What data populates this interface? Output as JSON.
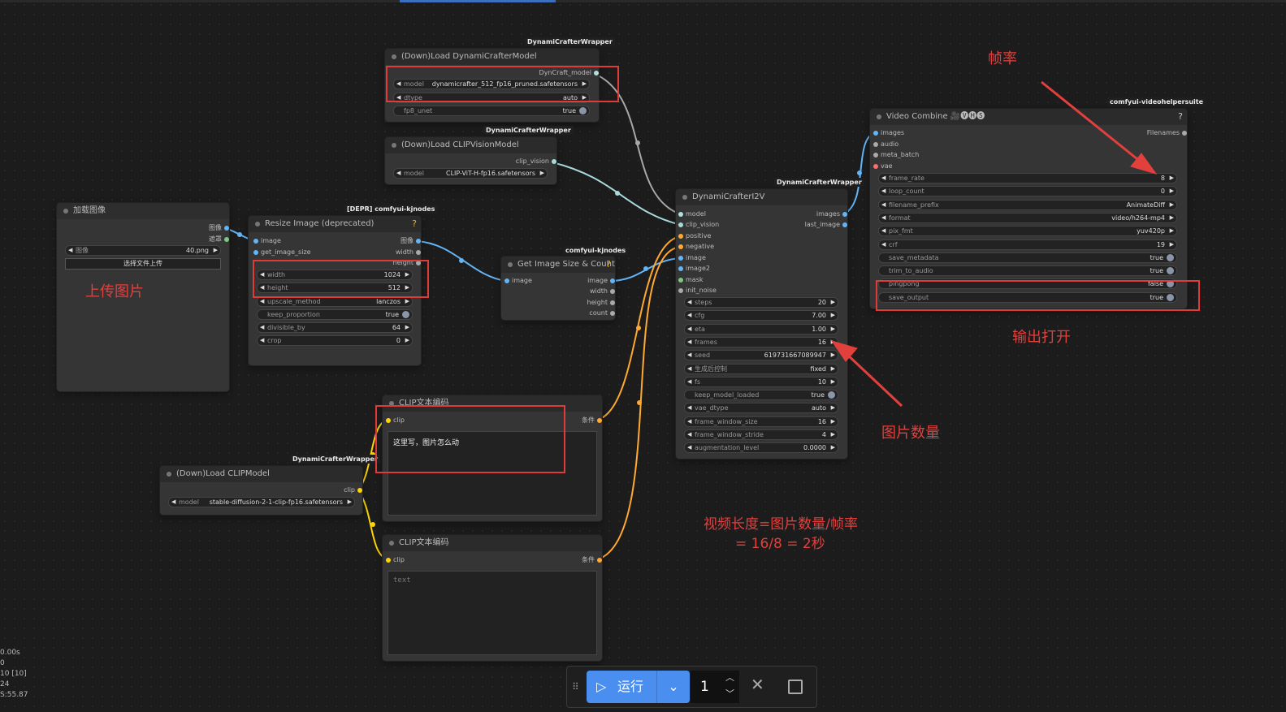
{
  "nodes": {
    "load_image": {
      "title": "加载图像",
      "out_image": "图像",
      "out_mask": "遮罩",
      "image_label": "图像",
      "image_value": "40.png",
      "upload_label": "选择文件上传"
    },
    "resize": {
      "badge": "[DEPR] comfyui-kjnodes",
      "title": "Resize Image (deprecated)",
      "help": "?",
      "in_image": "image",
      "in_get_size": "get_image_size",
      "out_image": "图像",
      "out_width": "width",
      "out_height": "height",
      "width_label": "width",
      "width_value": "1024",
      "height_label": "height",
      "height_value": "512",
      "upscale_label": "upscale_method",
      "upscale_value": "lanczos",
      "keep_label": "keep_proportion",
      "keep_value": "true",
      "divisible_label": "divisible_by",
      "divisible_value": "64",
      "crop_label": "crop",
      "crop_value": "0"
    },
    "load_dc": {
      "badge": "DynamiCrafterWrapper",
      "title": "(Down)Load DynamiCrafterModel",
      "out": "DynCraft_model",
      "model_label": "model",
      "model_value": "dynamicrafter_512_fp16_pruned.safetensors",
      "dtype_label": "dtype",
      "dtype_value": "auto",
      "fp8_label": "fp8_unet",
      "fp8_value": "true"
    },
    "load_clipvision": {
      "badge": "DynamiCrafterWrapper",
      "title": "(Down)Load CLIPVisionModel",
      "out": "clip_vision",
      "model_label": "model",
      "model_value": "CLIP-ViT-H-fp16.safetensors"
    },
    "get_size": {
      "badge": "comfyui-kjnodes",
      "title": "Get Image Size & Count",
      "help": "?",
      "in_image": "image",
      "out_image": "image",
      "out_width": "width",
      "out_height": "height",
      "out_count": "count"
    },
    "i2v": {
      "badge": "DynamiCrafterWrapper",
      "title": "DynamiCrafterI2V",
      "in_model": "model",
      "in_clip_vision": "clip_vision",
      "in_positive": "positive",
      "in_negative": "negative",
      "in_image": "image",
      "in_image2": "image2",
      "in_mask": "mask",
      "in_init_noise": "init_noise",
      "out_images": "images",
      "out_last": "last_image",
      "widgets": [
        {
          "label": "steps",
          "value": "20"
        },
        {
          "label": "cfg",
          "value": "7.00"
        },
        {
          "label": "eta",
          "value": "1.00"
        },
        {
          "label": "frames",
          "value": "16"
        },
        {
          "label": "seed",
          "value": "619731667089947"
        },
        {
          "label": "生成后控制",
          "value": "fixed"
        },
        {
          "label": "fs",
          "value": "10"
        },
        {
          "label": "keep_model_loaded",
          "value": "true"
        },
        {
          "label": "vae_dtype",
          "value": "auto"
        },
        {
          "label": "frame_window_size",
          "value": "16"
        },
        {
          "label": "frame_window_stride",
          "value": "4"
        },
        {
          "label": "augmentation_level",
          "value": "0.0000"
        }
      ]
    },
    "video_combine": {
      "badge": "comfyui-videohelpersuite",
      "title": "Video Combine 🎥🅥🅗🅢",
      "help": "?",
      "in_images": "images",
      "in_audio": "audio",
      "in_meta": "meta_batch",
      "in_vae": "vae",
      "out_filenames": "Filenames",
      "widgets": [
        {
          "label": "frame_rate",
          "value": "8"
        },
        {
          "label": "loop_count",
          "value": "0"
        },
        {
          "label": "filename_prefix",
          "value": "AnimateDiff"
        },
        {
          "label": "format",
          "value": "video/h264-mp4"
        },
        {
          "label": "pix_fmt",
          "value": "yuv420p"
        },
        {
          "label": "crf",
          "value": "19"
        },
        {
          "label": "save_metadata",
          "value": "true"
        },
        {
          "label": "trim_to_audio",
          "value": "true"
        },
        {
          "label": "pingpong",
          "value": "false"
        },
        {
          "label": "save_output",
          "value": "true"
        }
      ]
    },
    "clip_text1": {
      "title": "CLIP文本编码",
      "in_clip": "clip",
      "out": "条件",
      "text": "这里写，图片怎么动"
    },
    "clip_text2": {
      "title": "CLIP文本编码",
      "in_clip": "clip",
      "out": "条件",
      "placeholder": "text"
    },
    "load_clip": {
      "badge": "DynamiCrafterWrapper",
      "title": "(Down)Load CLIPModel",
      "out": "clip",
      "model_label": "model",
      "model_value": "stable-diffusion-2-1-clip-fp16.safetensors"
    }
  },
  "annotations": {
    "upload": "上传图片",
    "frame_rate": "帧率",
    "output_on": "输出打开",
    "frame_count": "图片数量",
    "formula1": "视频长度=图片数量/帧率",
    "formula2": "= 16/8  = 2秒"
  },
  "stats": [
    "0.00s",
    "0",
    "10 [10]",
    "24",
    "S:55.87"
  ],
  "runbar": {
    "run_label": "运行",
    "batch_count": "1"
  },
  "colors": {
    "image_link": "#64b5f6",
    "clip_link": "#ffd500",
    "conditioning_link": "#ffa931",
    "model_link": "#b39ddb",
    "clip_vision_link": "#a8dadc",
    "annotation": "#e2403d",
    "run_button": "#4a8ff0"
  }
}
